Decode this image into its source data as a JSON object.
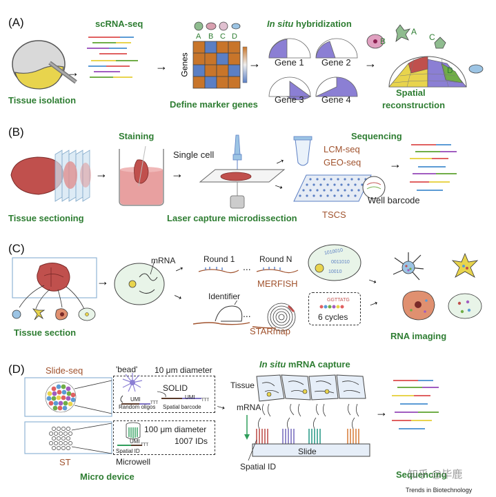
{
  "panel_a": {
    "label": "(A)",
    "tissue_isolation": "Tissue isolation",
    "scrna_seq": "scRNA-seq",
    "genes": "Genes",
    "cell_letters": [
      "A",
      "B",
      "C",
      "D"
    ],
    "define_marker_genes": "Define marker genes",
    "in_situ": "In situ",
    "hybridization": " hybridization",
    "gene_labels": [
      "Gene 1",
      "Gene 2",
      "Gene 3",
      "Gene 4"
    ],
    "spatial_reconstruction_1": "Spatial",
    "spatial_reconstruction_2": "reconstruction",
    "recon_letters": [
      "A",
      "B",
      "C",
      "D"
    ]
  },
  "panel_b": {
    "label": "(B)",
    "tissue_sectioning": "Tissue sectioning",
    "staining": "Staining",
    "single_cell": "Single cell",
    "laser_capture": "Laser capture microdissection",
    "lcm_seq": "LCM-seq",
    "geo_seq": "GEO-seq",
    "tscs": "TSCS",
    "well_barcode": "Well barcode",
    "sequencing": "Sequencing"
  },
  "panel_c": {
    "label": "(C)",
    "tissue_section": "Tissue section",
    "mrna": "mRNA",
    "round_1": "Round 1",
    "round_n": "Round N",
    "ellipsis": "...",
    "merfish": "MERFISH",
    "identifier": "Identifier",
    "starmap": "STARmap",
    "cycles": "6 cycles",
    "gg_seq": "GGTTATG",
    "barcode_1": "1010010",
    "barcode_2": "0011010",
    "barcode_3": "10010",
    "rna_imaging": "RNA imaging"
  },
  "panel_d": {
    "label": "(D)",
    "slide_seq": "Slide-seq",
    "st": "ST",
    "micro_device": "Micro device",
    "bead": "'bead'",
    "diameter_10": "10 μm diameter",
    "solid": "SOLID",
    "umi": "UMI",
    "ttt": "TTT",
    "random_oligos": "Random oligos",
    "spatial_barcode": "Spatial barcode",
    "diameter_100": "100 μm diameter",
    "ids_1007": "1007 IDs",
    "spatial_id": "Spatial ID",
    "microwell": "Microwell",
    "in_situ": "In situ",
    "mrna_capture": " mRNA capture",
    "tissue": "Tissue",
    "mrna": "mRNA",
    "slide": "Slide",
    "spatial_id_bottom": "Spatial ID",
    "sequencing": "Sequencing",
    "watermark": "知乎 @毕鹿",
    "journal": "Trends in Biotechnology"
  },
  "colors": {
    "green_label": "#2e7d32",
    "brown_label": "#a0522d",
    "heatmap_orange": "#c8752a",
    "heatmap_blue": "#5b7fc4",
    "lavender": "#7b6fbf",
    "tissue_red": "#c0504d"
  }
}
